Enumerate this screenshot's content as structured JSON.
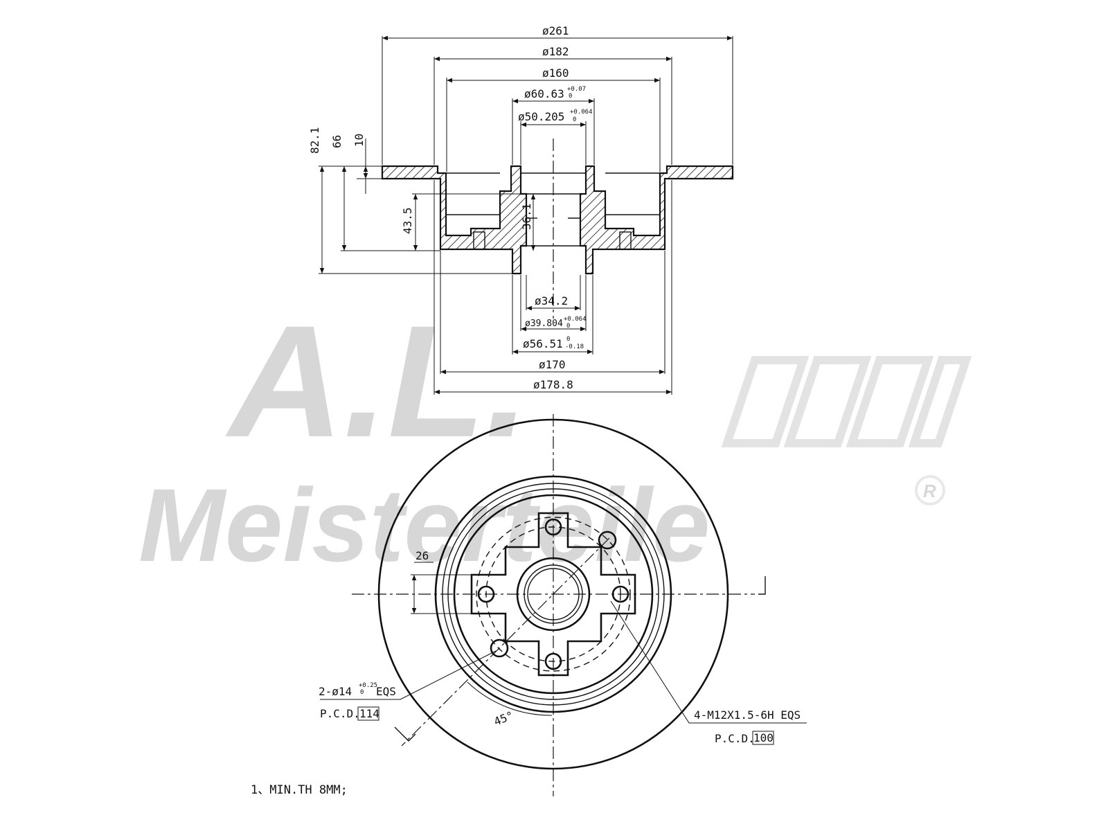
{
  "watermark": {
    "monogram": "A.L.",
    "brand": "Meisterteile",
    "registered": "R"
  },
  "section_view": {
    "diameters": {
      "d261": "ø261",
      "d182": "ø182",
      "d160": "ø160",
      "d60": "ø60.63",
      "d60_tol_upper": "+0.07",
      "d60_tol_lower": "0",
      "d50": "ø50.205",
      "d50_tol_upper": "+0.064",
      "d50_tol_lower": "0",
      "d34": "ø34.2",
      "d39": "ø39.804",
      "d39_tol_upper": "+0.064",
      "d39_tol_lower": "0",
      "d56": "ø56.51",
      "d56_tol_upper": "0",
      "d56_tol_lower": "-0.18",
      "d170": "ø170",
      "d178": "ø178.8"
    },
    "heights": {
      "h82": "82.1",
      "h66": "66",
      "h10": "10",
      "h43": "43.5",
      "h36": "36.1"
    }
  },
  "front_view": {
    "dim_26": "26",
    "angle": "45°",
    "hole_callout": {
      "text": "2-ø14",
      "tol_upper": "+0.25",
      "tol_lower": "0",
      "suffix": "EQS",
      "pcd_label": "P.C.D.",
      "pcd_value": "114"
    },
    "thread_callout": {
      "text": "4-M12X1.5-6H EQS",
      "pcd_label": "P.C.D.",
      "pcd_value": "100"
    }
  },
  "notes": {
    "note1": "1、MIN.TH 8MM;"
  }
}
